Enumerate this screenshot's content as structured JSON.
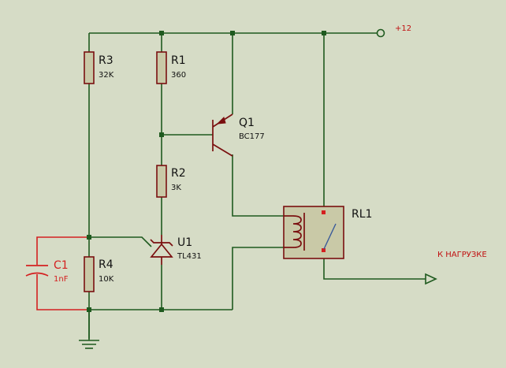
{
  "components": {
    "r3": {
      "ref": "R3",
      "value": "32K"
    },
    "r1": {
      "ref": "R1",
      "value": "360"
    },
    "q1": {
      "ref": "Q1",
      "value": "BC177"
    },
    "r2": {
      "ref": "R2",
      "value": "3K"
    },
    "u1": {
      "ref": "U1",
      "value": "TL431"
    },
    "rl1": {
      "ref": "RL1"
    },
    "c1": {
      "ref": "C1",
      "value": "1nF"
    },
    "r4": {
      "ref": "R4",
      "value": "10K"
    }
  },
  "nets": {
    "supply": "+12",
    "load": "К НАГРУЗКЕ"
  }
}
